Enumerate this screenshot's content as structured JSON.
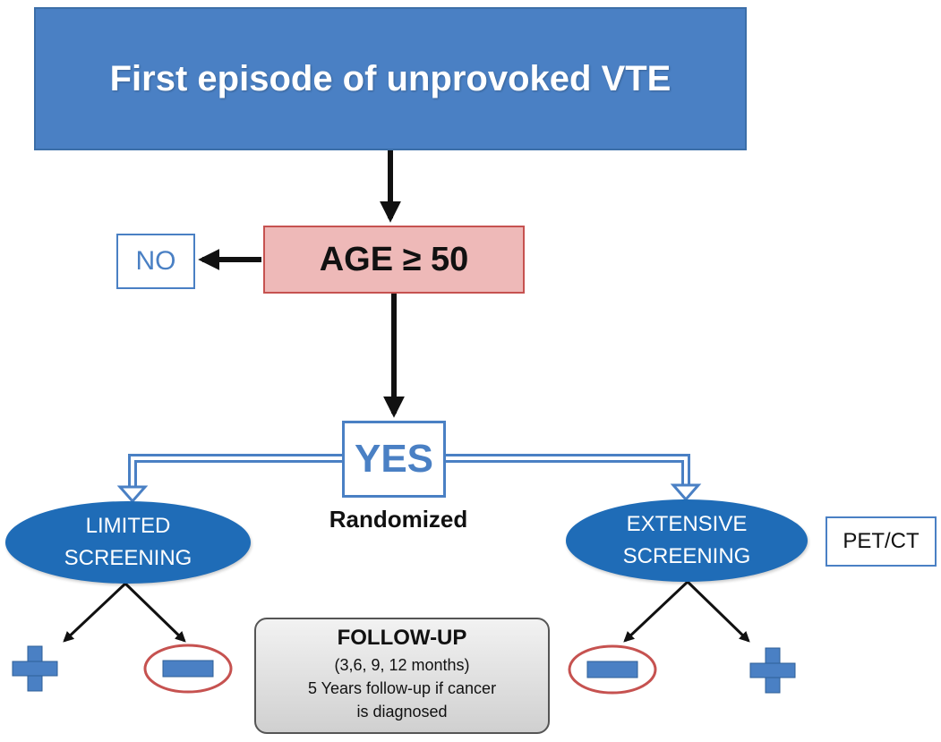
{
  "title": "First episode of unprovoked VTE",
  "decision": "AGE ≥ 50",
  "no_label": "NO",
  "yes_label": "YES",
  "randomized_label": "Randomized",
  "limited": {
    "line1": "LIMITED",
    "line2": "SCREENING"
  },
  "extensive": {
    "line1": "EXTENSIVE",
    "line2": "SCREENING"
  },
  "petct_label": "PET/CT",
  "followup": {
    "title": "FOLLOW-UP",
    "line1": "(3,6, 9, 12 months)",
    "line2": "5 Years follow-up if cancer",
    "line3": "is diagnosed"
  },
  "colors": {
    "blue": "#4a80c4",
    "dark_blue": "#1f6cb7",
    "pink_fill": "#eeb9b8",
    "pink_border": "#c65250",
    "red_ring": "#c65250"
  }
}
